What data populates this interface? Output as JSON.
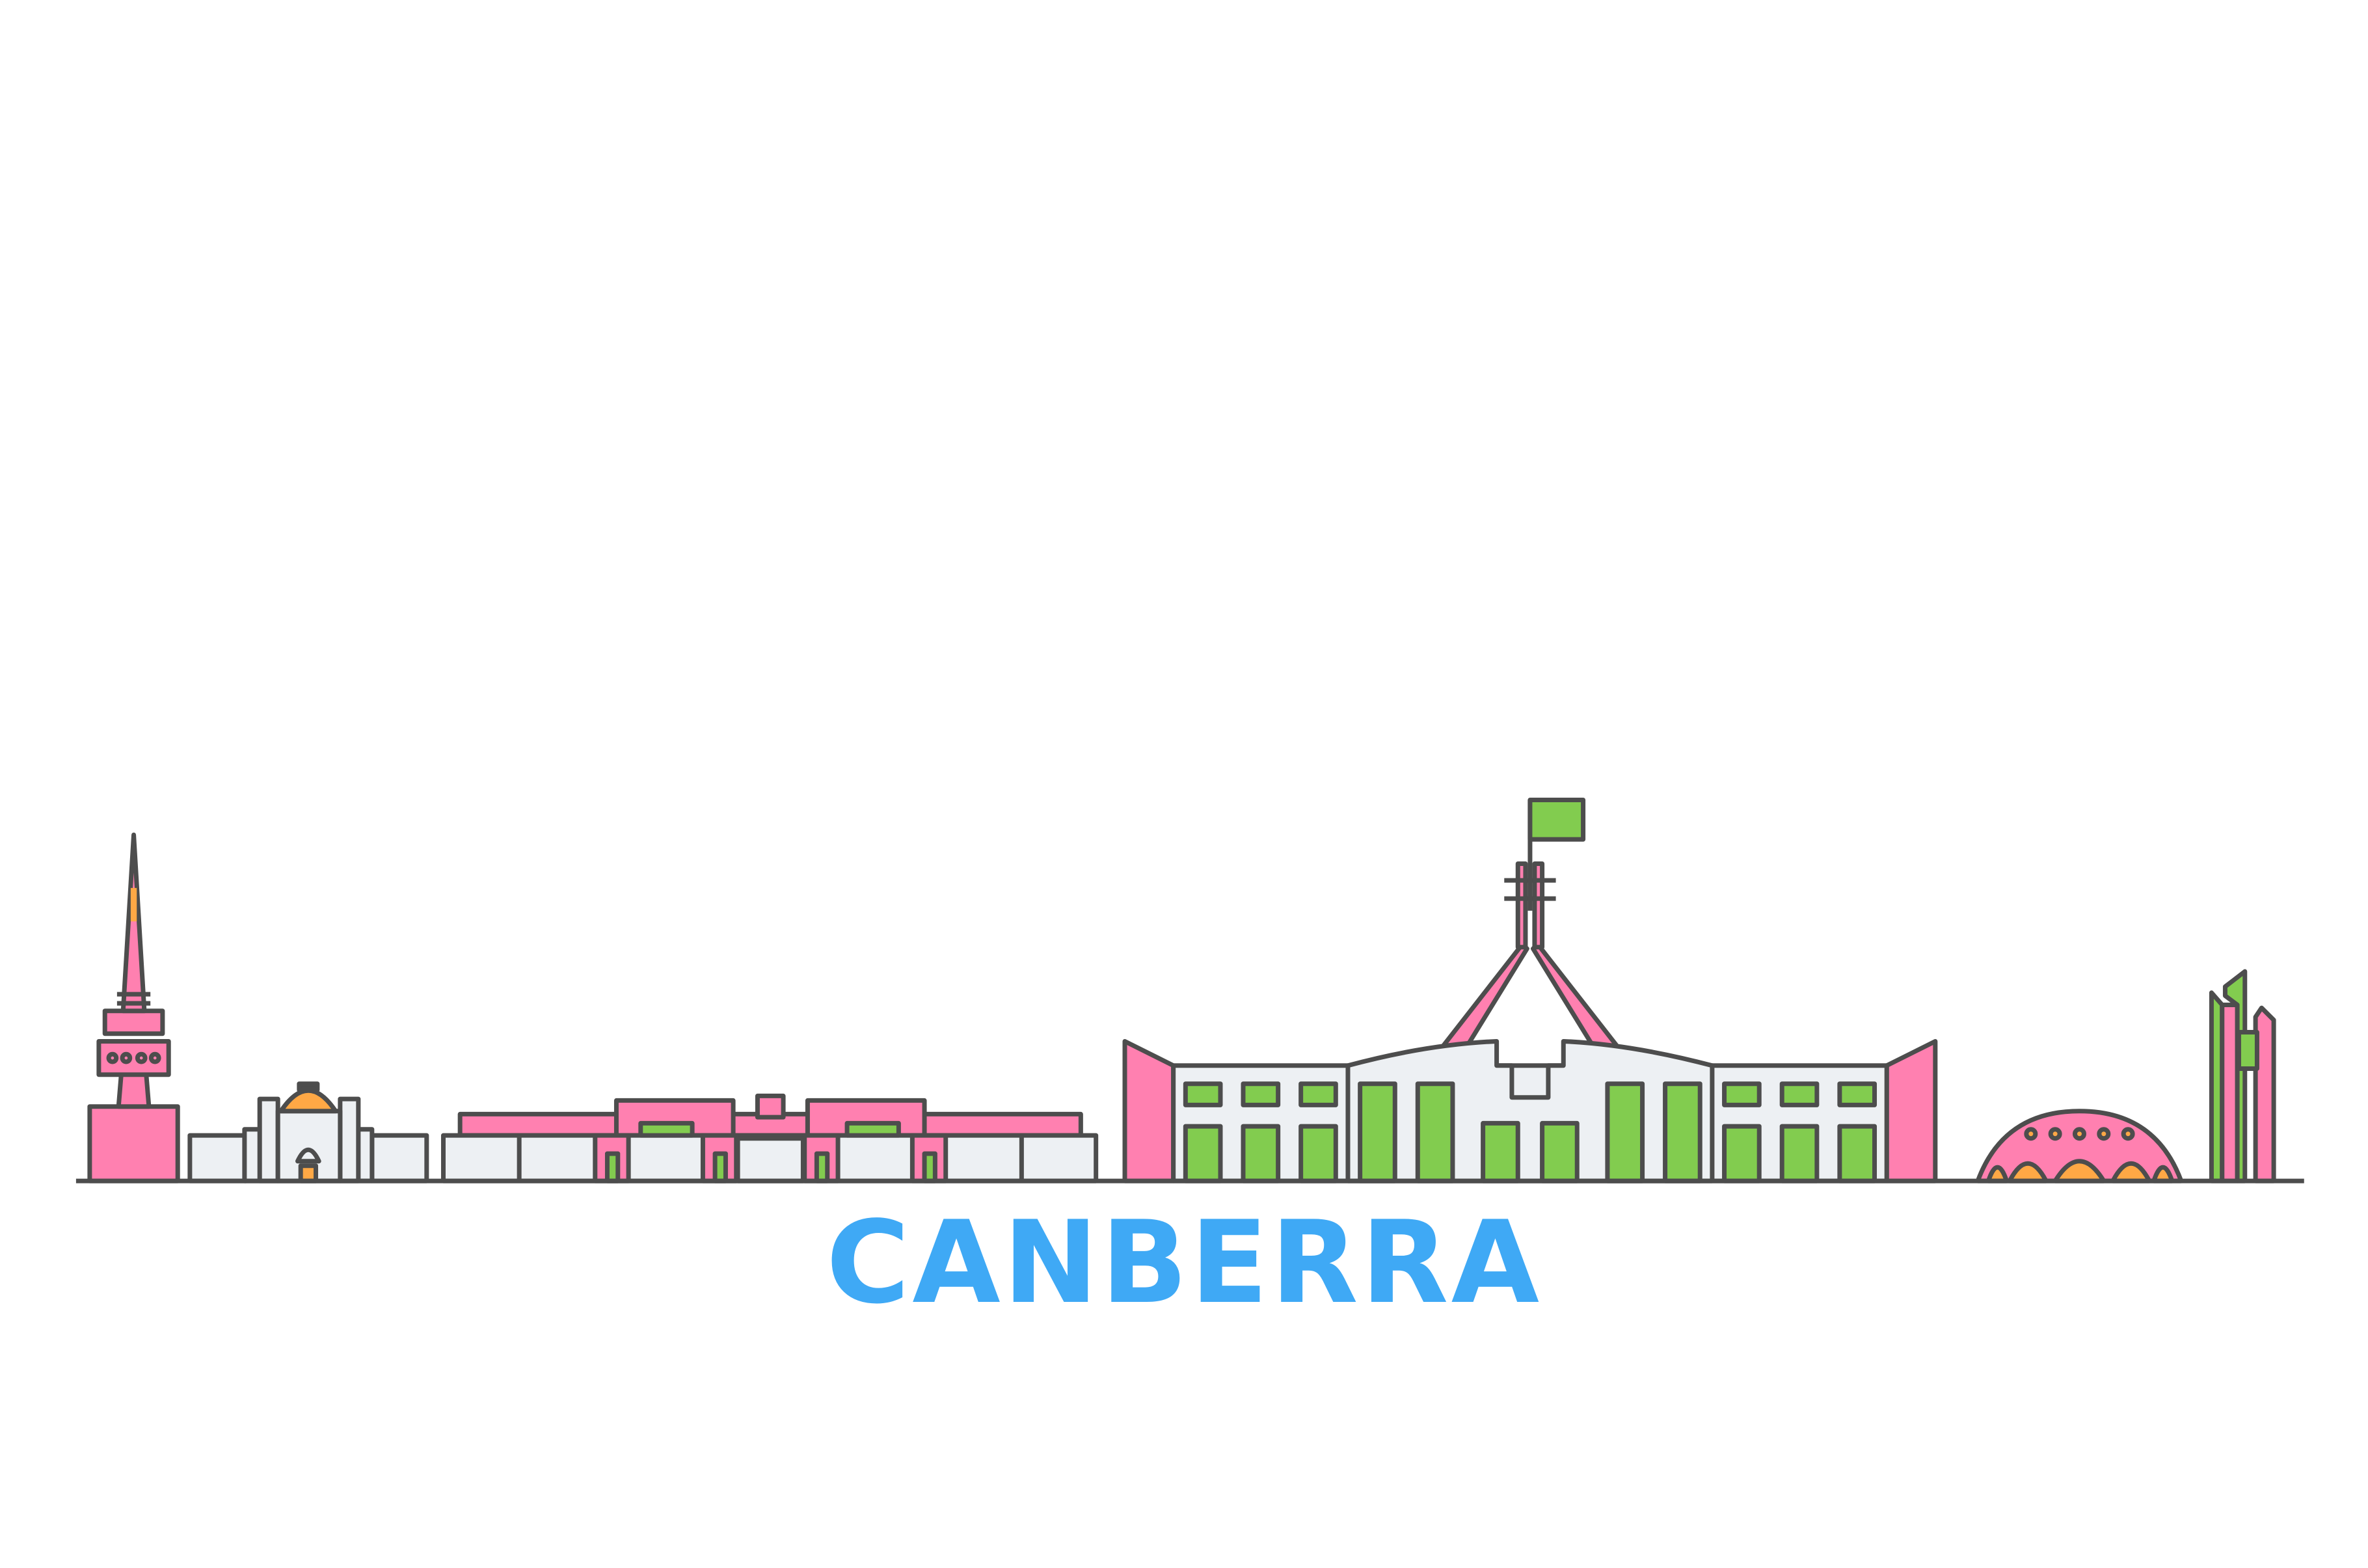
{
  "title": "CANBERRA",
  "colors": {
    "title": "#3fa9f5",
    "outline": "#4d4d4d",
    "pink": "#ff80b0",
    "green": "#82cc4f",
    "orange": "#ffa845",
    "light": "#edf0f3"
  },
  "landmarks": [
    "telstra-tower",
    "war-memorial",
    "old-parliament-house",
    "parliament-house",
    "dome-building",
    "towers"
  ]
}
